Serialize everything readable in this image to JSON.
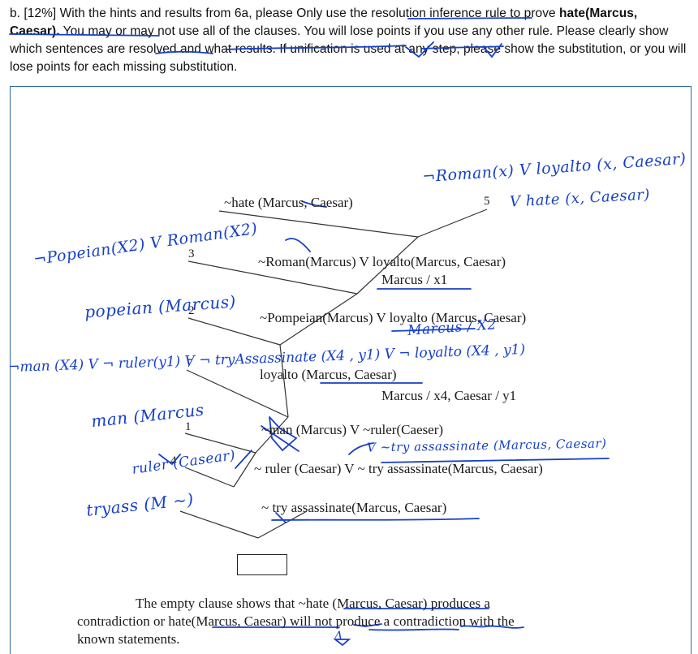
{
  "question": {
    "label": "b. [12%] With the hints and results from 6a, please Only use the resolution inference rule to prove",
    "goal": "hate(Marcus, Caesar).",
    "rest": " You may or may not use all of the clauses. You will lose points if you use any other rule. Please clearly show which sentences are resolved and what results. If unification is used at any step, please show the substitution, or you will lose points for each missing substitution."
  },
  "diagram": {
    "clauses": {
      "c0": "~hate (Marcus, Caesar)",
      "c1": "~Roman(Marcus) V loyalto(Marcus, Caesar)",
      "c2": "~Pompeian(Marcus) V loyalto (Marcus, Caesar)",
      "c3": "loyalto (Marcus, Caesar)",
      "c4": "~man (Marcus) V ~ruler(Caeser)",
      "c5": "~ ruler (Caesar) V ~ try assassinate(Marcus, Caesar)",
      "c6": "~ try assassinate(Marcus, Caesar)"
    },
    "numbers": {
      "n5": "5",
      "n3": "3",
      "n2": "2",
      "n7": "7",
      "n1": "1",
      "n4": "4"
    },
    "substitutions": {
      "s1": "Marcus / x1",
      "s2": "Marcus / x4, Caesar / y1"
    },
    "conclusion": {
      "line1": "The empty clause shows that ~hate (Marcus, Caesar) produces a",
      "line2": "contradiction or hate(Marcus, Caesar) will not produce a contradiction with the",
      "line3": "known statements."
    }
  },
  "handwriting": {
    "h1": "¬Roman(x) V loyalto (x, Caesar)",
    "h1b": "V hate (x, Caesar)",
    "h2": "¬Popeian(X2) V Roman(X2)",
    "h3": "popeian (Marcus)",
    "h4": "Marcus / X2",
    "h5": "¬man (X4) V ¬ ruler(y1) V ¬ tryAssassinate (X4 , y1) V ¬ loyalto (X4 , y1)",
    "h6": "man (Marcus",
    "h7": "ruler (Casear)",
    "h8": "V ~try assassinate (Marcus, Caesar)",
    "h9": "tryass (M ~)",
    "h10": "Δ",
    "ink_color": "#1640c8"
  }
}
